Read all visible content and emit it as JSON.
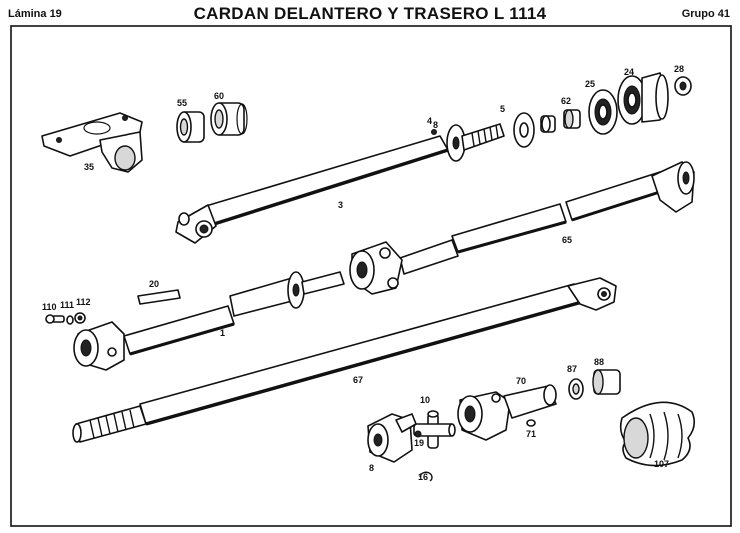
{
  "header": {
    "sheet": "Lámina 19",
    "title": "CARDAN DELANTERO Y TRASERO L 1114",
    "group": "Grupo 41"
  },
  "callouts": {
    "c35": "35",
    "c55": "55",
    "c60": "60",
    "c3": "3",
    "c4": "4",
    "c8a": "8",
    "c5": "5",
    "c62": "62",
    "c25": "25",
    "c24": "24",
    "c28": "28",
    "c65": "65",
    "c20": "20",
    "c110": "110",
    "c111": "111",
    "c112": "112",
    "c1": "1",
    "c67": "67",
    "c10": "10",
    "c19": "19",
    "c8b": "8",
    "c16": "16",
    "c70": "70",
    "c71": "71",
    "c87": "87",
    "c88": "88",
    "c107": "107"
  }
}
